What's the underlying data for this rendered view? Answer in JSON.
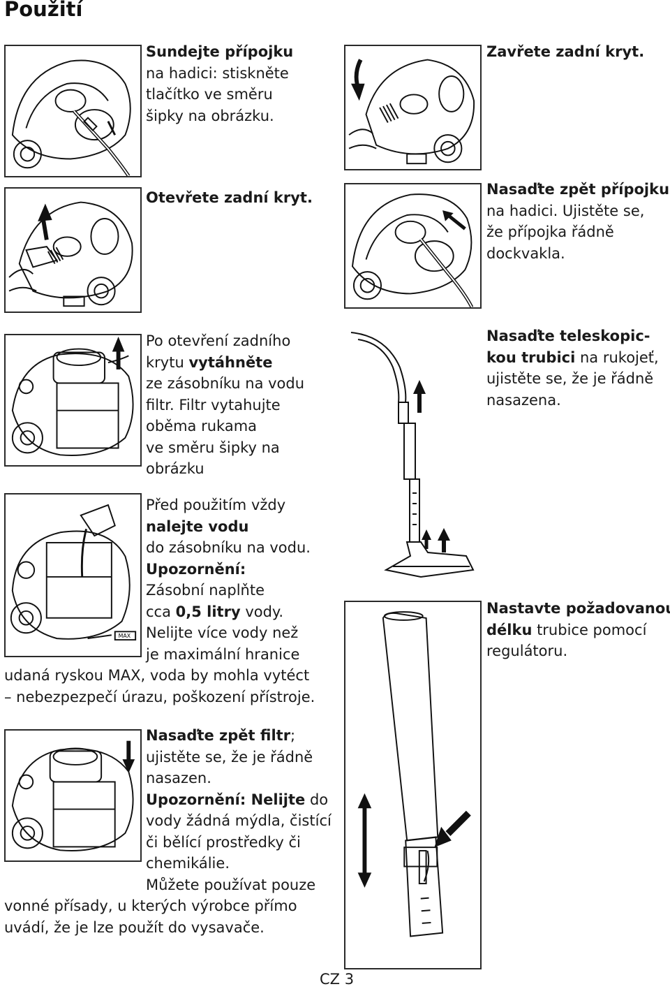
{
  "page": {
    "title": "Použití",
    "footer": "CZ 3"
  },
  "steps": {
    "s1": {
      "lines": [
        [
          "Sundejte přípojku"
        ],
        [
          "na hadici: stiskněte"
        ],
        [
          "tlačítko ve směru"
        ],
        [
          "šipky na obrázku."
        ]
      ]
    },
    "s2": {
      "lines": [
        [
          "Otevřete zadní kryt."
        ]
      ]
    },
    "s3": {
      "lines": [
        [
          "Po otevření zadního"
        ],
        [
          "krytu ",
          "vytáhněte"
        ],
        [
          "ze zásobníku na vodu"
        ],
        [
          "filtr. Filtr vytahujte"
        ],
        [
          "oběma rukama"
        ],
        [
          "ve směru šipky na"
        ],
        [
          "obrázku"
        ]
      ]
    },
    "s4": {
      "lines": [
        [
          "Před použitím vždy"
        ],
        [
          "nalejte vodu"
        ],
        [
          "do zásobníku na vodu."
        ],
        [
          "Upozornění:"
        ],
        [
          "Zásobní naplňte"
        ],
        [
          "cca ",
          "0,5 litry",
          " vody."
        ],
        [
          "Nelijte více vody než"
        ],
        [
          "je maximální hranice"
        ],
        [
          "udaná ryskou MAX, voda by mohla vytéct"
        ],
        [
          "– nebezpezpečí úrazu, poškození přístroje."
        ]
      ]
    },
    "s5": {
      "lines": [
        [
          "Nasaďte zpět filtr",
          ";"
        ],
        [
          "ujistěte se, že je řádně"
        ],
        [
          "nasazen."
        ],
        [
          "Upozornění: Nelijte",
          " do"
        ],
        [
          "vody žádná mýdla, čistící"
        ],
        [
          "či bělící prostředky či"
        ],
        [
          "chemikálie."
        ],
        [
          "Můžete používat pouze"
        ],
        [
          "vonné přísady, u kterých výrobce přímo"
        ],
        [
          "uvádí, že je lze použít do vysavače."
        ]
      ]
    },
    "s6": {
      "lines": [
        [
          "Zavřete zadní kryt."
        ]
      ]
    },
    "s7": {
      "lines": [
        [
          "Nasaďte zpět přípojku"
        ],
        [
          "na hadici. Ujistěte se,"
        ],
        [
          "že přípojka řádně"
        ],
        [
          "dockvakla."
        ]
      ]
    },
    "s8": {
      "lines": [
        [
          "Nasaďte teleskopic-"
        ],
        [
          "kou trubici",
          " na rukojeť,"
        ],
        [
          "ujistěte se, že je řádně"
        ],
        [
          "nasazena."
        ]
      ]
    },
    "s9": {
      "lines": [
        [
          "Nastavte požadovanou"
        ],
        [
          "délku",
          " trubice  pomocí"
        ],
        [
          "regulátoru."
        ]
      ]
    }
  },
  "figures": {
    "max_marker": "MAX"
  }
}
